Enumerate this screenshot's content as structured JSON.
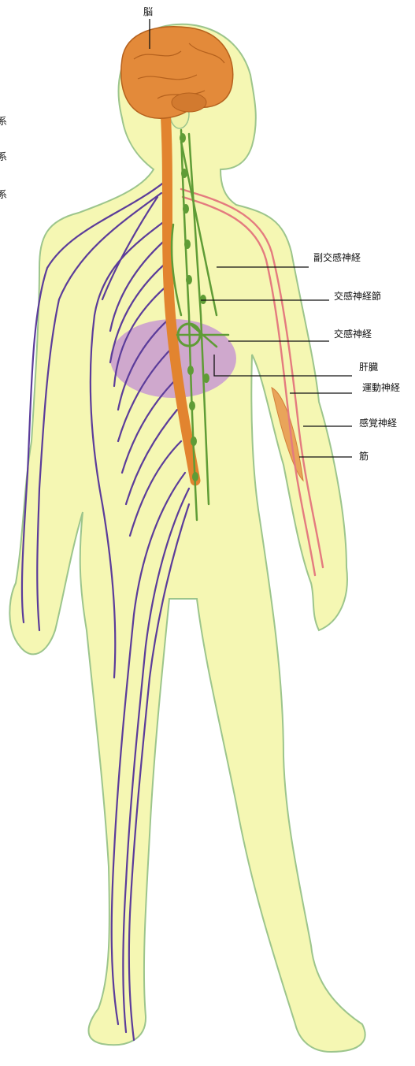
{
  "labels": {
    "brain": "脳",
    "parasympathetic_nerve": "副交感神経",
    "sympathetic_ganglion": "交感神経節",
    "sympathetic_nerve": "交感神経",
    "liver": "肝臓",
    "motor_nerve": "運動神経",
    "sensory_nerve": "感覚神経",
    "muscle": "筋"
  },
  "left_edge_fragments": [
    "系",
    "系",
    "系"
  ],
  "colors": {
    "background": "#ffffff",
    "skin": "#f5f7b3",
    "skin_outline": "#9cc58c",
    "brain": "#e38a3a",
    "spinal_cord": "#e2842f",
    "sympathetic": "#5f9c36",
    "peripheral_nerve": "#5b3c9a",
    "motor_nerve": "#e47b7f",
    "liver": "#c89ad1",
    "muscle": "#e9a45a",
    "leader_line": "#111111"
  }
}
